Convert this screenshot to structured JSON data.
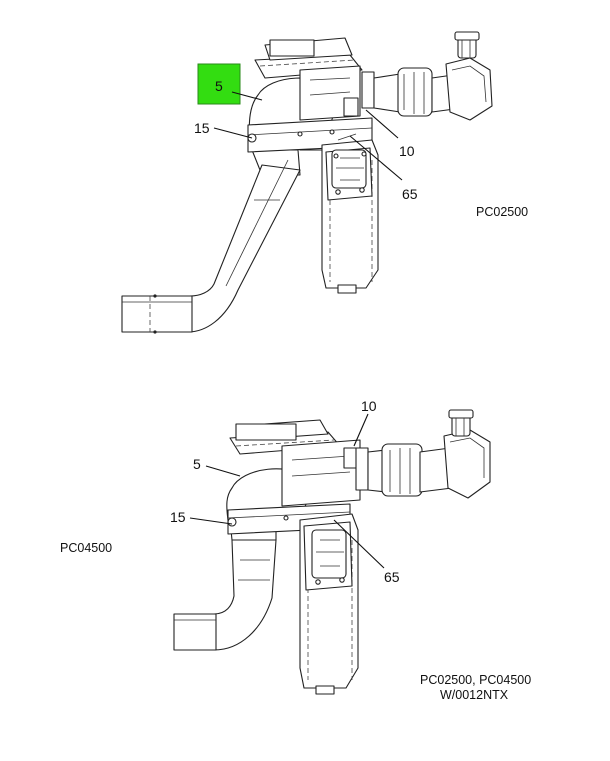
{
  "diagram": {
    "top": {
      "callouts": {
        "c5": "5",
        "c15": "15",
        "c10": "10",
        "c65": "65"
      },
      "code_label": "PC02500",
      "highlight_color": "#33dd11"
    },
    "bottom": {
      "callouts": {
        "c10": "10",
        "c5": "5",
        "c15": "15",
        "c65": "65"
      },
      "code_label": "PC04500",
      "note_line1": "PC02500, PC04500",
      "note_line2": "W/0012NTX"
    }
  }
}
